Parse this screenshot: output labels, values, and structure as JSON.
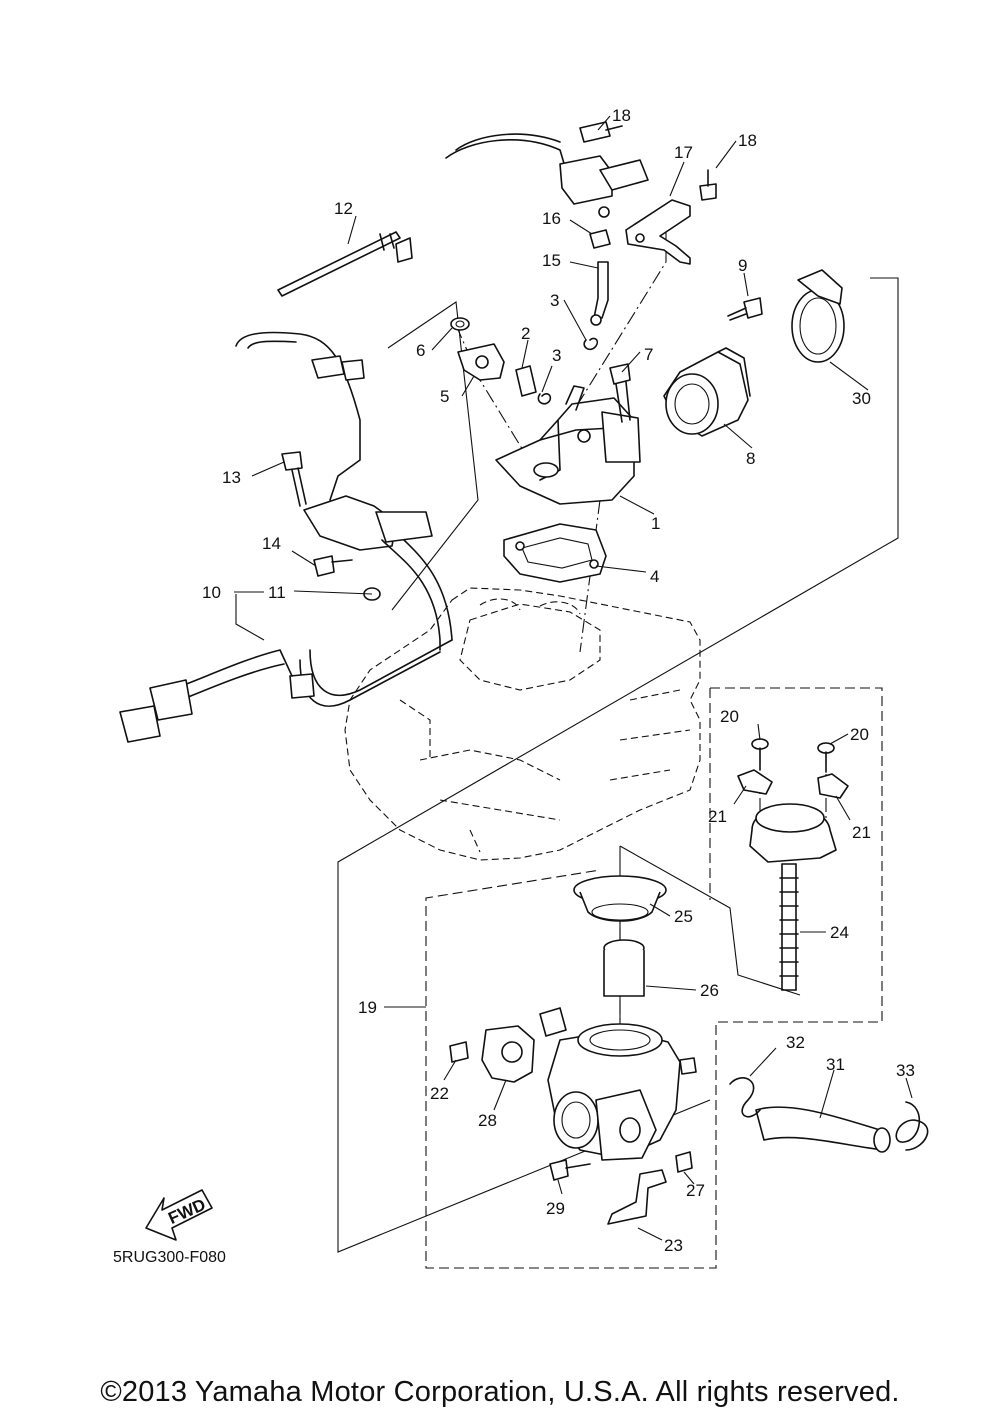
{
  "diagram_code": "5RUG300-F080",
  "copyright": "©2013 Yamaha Motor Corporation, U.S.A. All rights reserved.",
  "fwd_label": "FWD",
  "callouts": [
    "1",
    "2",
    "3",
    "3",
    "4",
    "5",
    "6",
    "7",
    "8",
    "9",
    "10",
    "11",
    "12",
    "13",
    "14",
    "15",
    "16",
    "17",
    "18",
    "18",
    "19",
    "20",
    "20",
    "21",
    "21",
    "22",
    "23",
    "24",
    "25",
    "26",
    "27",
    "28",
    "29",
    "30",
    "31",
    "32",
    "33"
  ]
}
